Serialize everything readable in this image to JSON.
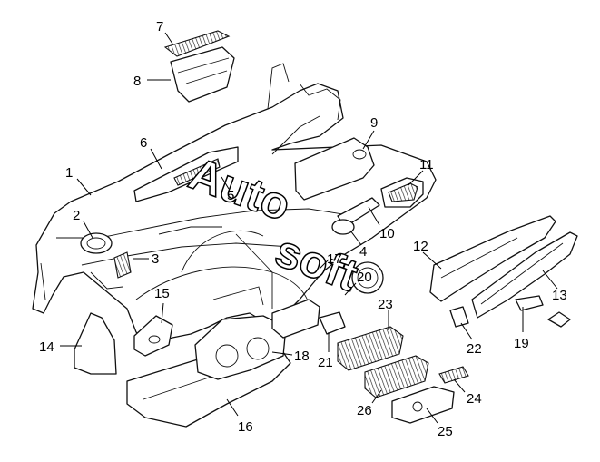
{
  "watermark": {
    "text_1": "Auto",
    "text_2": "soft"
  },
  "callouts": [
    "1",
    "2",
    "3",
    "4",
    "5",
    "6",
    "7",
    "8",
    "9",
    "10",
    "11",
    "12",
    "13",
    "14",
    "15",
    "16",
    "17",
    "18",
    "19",
    "20",
    "21",
    "22",
    "23",
    "24",
    "25",
    "26"
  ],
  "colors": {
    "line": "#111111",
    "background": "#ffffff"
  }
}
